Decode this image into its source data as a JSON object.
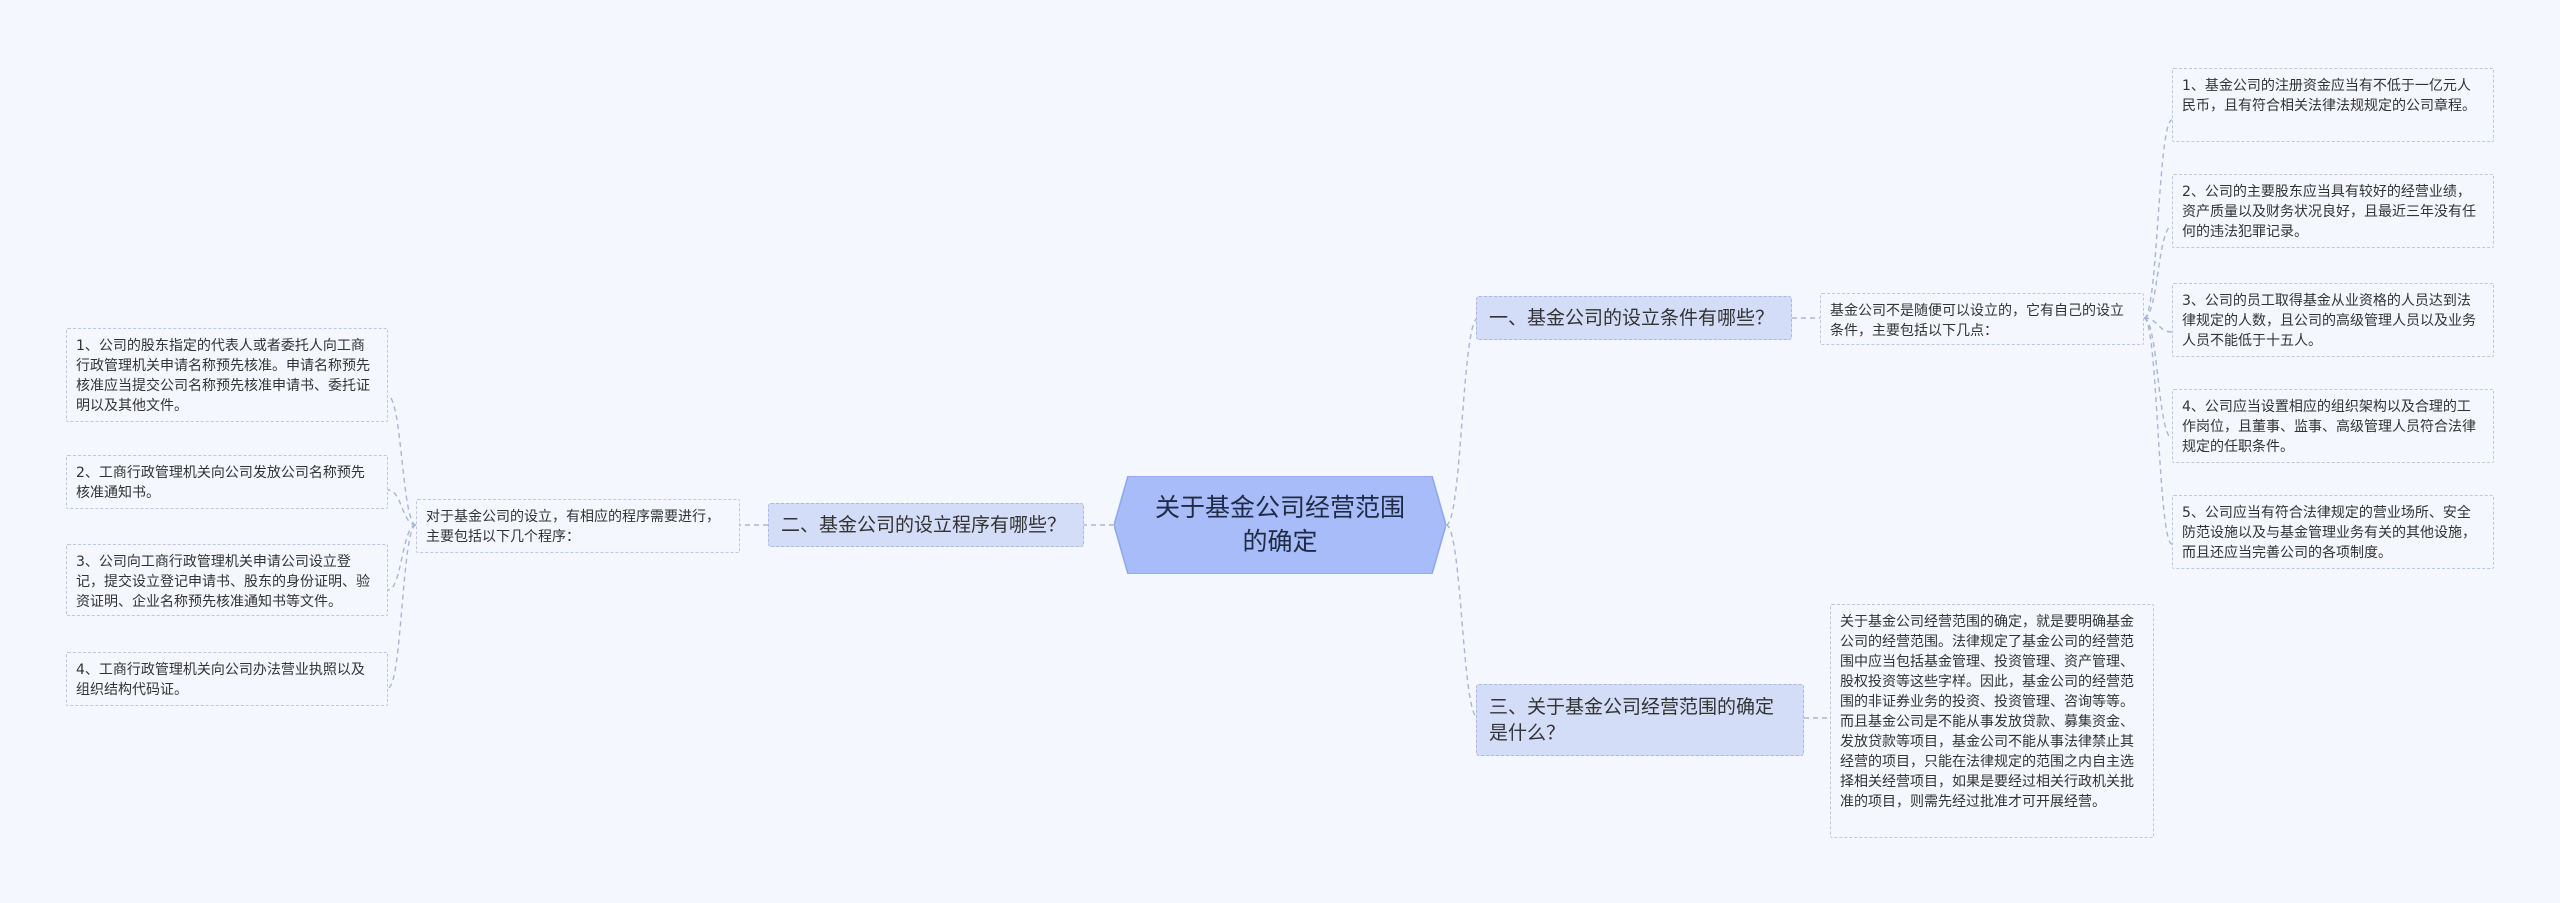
{
  "center": {
    "title": "关于基金公司经营范围的确定"
  },
  "branches": {
    "b1": {
      "label": "一、基金公司的设立条件有哪些？"
    },
    "b2": {
      "label": "二、基金公司的设立程序有哪些？"
    },
    "b3": {
      "label": "三、关于基金公司经营范围的确定是什么？"
    }
  },
  "intros": {
    "b1": "基金公司不是随便可以设立的，它有自己的设立条件，主要包括以下几点：",
    "b2": "对于基金公司的设立，有相应的程序需要进行，主要包括以下几个程序：",
    "b3": "关于基金公司经营范围的确定，就是要明确基金公司的经营范围。法律规定了基金公司的经营范围中应当包括基金管理、投资管理、资产管理、股权投资等这些字样。因此，基金公司的经营范围的非证券业务的投资、投资管理、咨询等等。而且基金公司是不能从事发放贷款、募集资金、发放贷款等项目，基金公司不能从事法律禁止其经营的项目，只能在法律规定的范围之内自主选择相关经营项目，如果是要经过相关行政机关批准的项目，则需先经过批准才可开展经营。"
  },
  "leaves_right": [
    "1、基金公司的注册资金应当有不低于一亿元人民币，且有符合相关法律法规规定的公司章程。",
    "2、公司的主要股东应当具有较好的经营业绩，资产质量以及财务状况良好，且最近三年没有任何的违法犯罪记录。",
    "3、公司的员工取得基金从业资格的人员达到法律规定的人数，且公司的高级管理人员以及业务人员不能低于十五人。",
    "4、公司应当设置相应的组织架构以及合理的工作岗位，且董事、监事、高级管理人员符合法律规定的任职条件。",
    "5、公司应当有符合法律规定的营业场所、安全防范设施以及与基金管理业务有关的其他设施，而且还应当完善公司的各项制度。"
  ],
  "leaves_left": [
    "1、公司的股东指定的代表人或者委托人向工商行政管理机关申请名称预先核准。申请名称预先核准应当提交公司名称预先核准申请书、委托证明以及其他文件。",
    "2、工商行政管理机关向公司发放公司名称预先核准通知书。",
    "3、公司向工商行政管理机关申请公司设立登记，提交设立登记申请书、股东的身份证明、验资证明、企业名称预先核准通知书等文件。",
    "4、工商行政管理机关向公司办法营业执照以及组织结构代码证。"
  ],
  "colors": {
    "center_fill": "#a7bcf8",
    "center_stroke": "#8ea6ee",
    "branch_fill": "#d4ddf8",
    "line": "#a9b5d6",
    "background": "#f4f7fd"
  }
}
